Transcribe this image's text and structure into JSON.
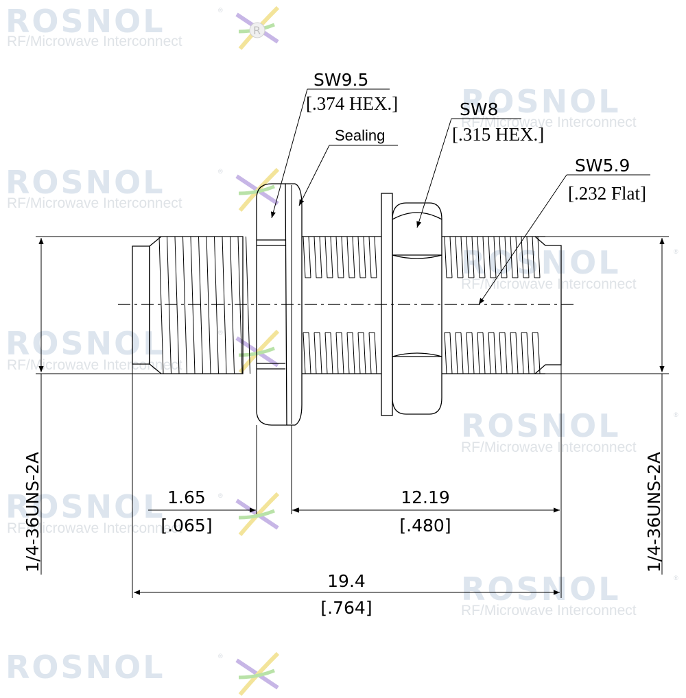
{
  "watermark": {
    "brand": "ROSNOL",
    "tagline": "RF/Microwave Interconnect",
    "registered": "®",
    "logo_icon": "rosnol-star-logo-icon",
    "colors": {
      "text": "#dde5ee",
      "logo_green": "#b9e2a8",
      "logo_yellow": "#f3e49a",
      "logo_purple": "#c7b6e6",
      "logo_red": "#f1b5b5"
    }
  },
  "callouts": {
    "hex_large": {
      "size": "SW9.5",
      "inch": "[.374 HEX.]"
    },
    "sealing": "Sealing",
    "hex_small": {
      "size": "SW8",
      "inch": "[.315 HEX.]"
    },
    "flat": {
      "size": "SW5.9",
      "inch": "[.232 Flat]"
    }
  },
  "dimensions": {
    "flange": {
      "mm": "1.65",
      "inch": "[.065]"
    },
    "rear": {
      "mm": "12.19",
      "inch": "[.480]"
    },
    "overall": {
      "mm": "19.4",
      "inch": "[.764]"
    },
    "thread_left": "1/4-36UNS-2A",
    "thread_right": "1/4-36UNS-2A"
  }
}
